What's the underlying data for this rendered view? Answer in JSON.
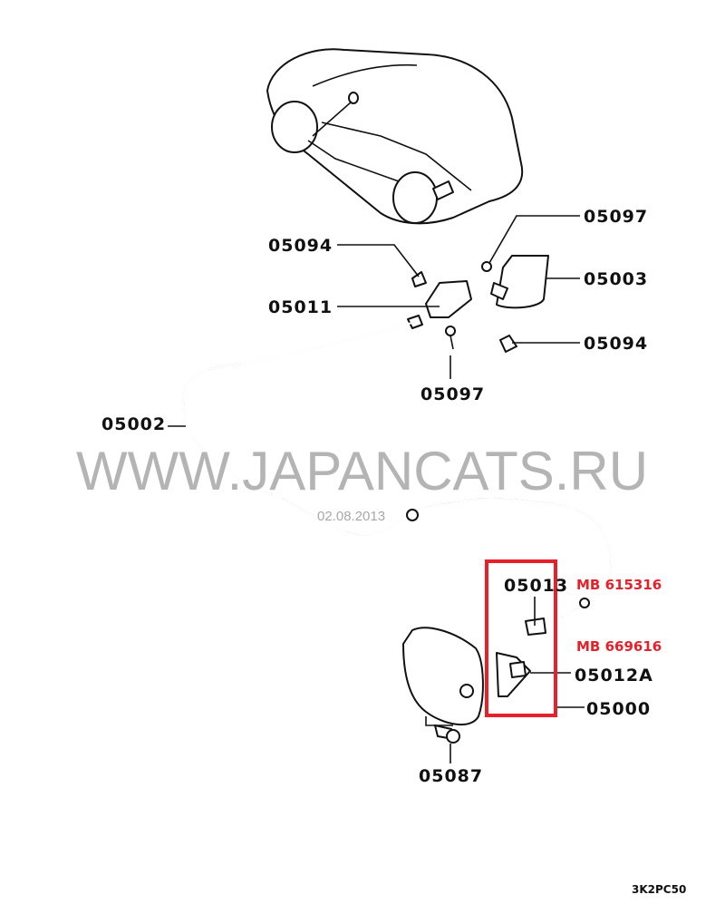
{
  "labels": {
    "p05097_top": "05097",
    "p05094_left": "05094",
    "p05003": "05003",
    "p05011": "05011",
    "p05094_right": "05094",
    "p05097_bottom": "05097",
    "p05002": "05002",
    "p05013": "05013",
    "p05012A": "05012A",
    "p05000": "05000",
    "p05087": "05087"
  },
  "part_numbers": {
    "mb615316": "MB 615316",
    "mb669616": "MB 669616"
  },
  "watermark": "WWW.JAPANCATS.RU",
  "date": "02.08.2013",
  "diagram_code": "3K2PC50",
  "colors": {
    "highlight": "#e8202a",
    "watermark": "#b4b4b4"
  }
}
